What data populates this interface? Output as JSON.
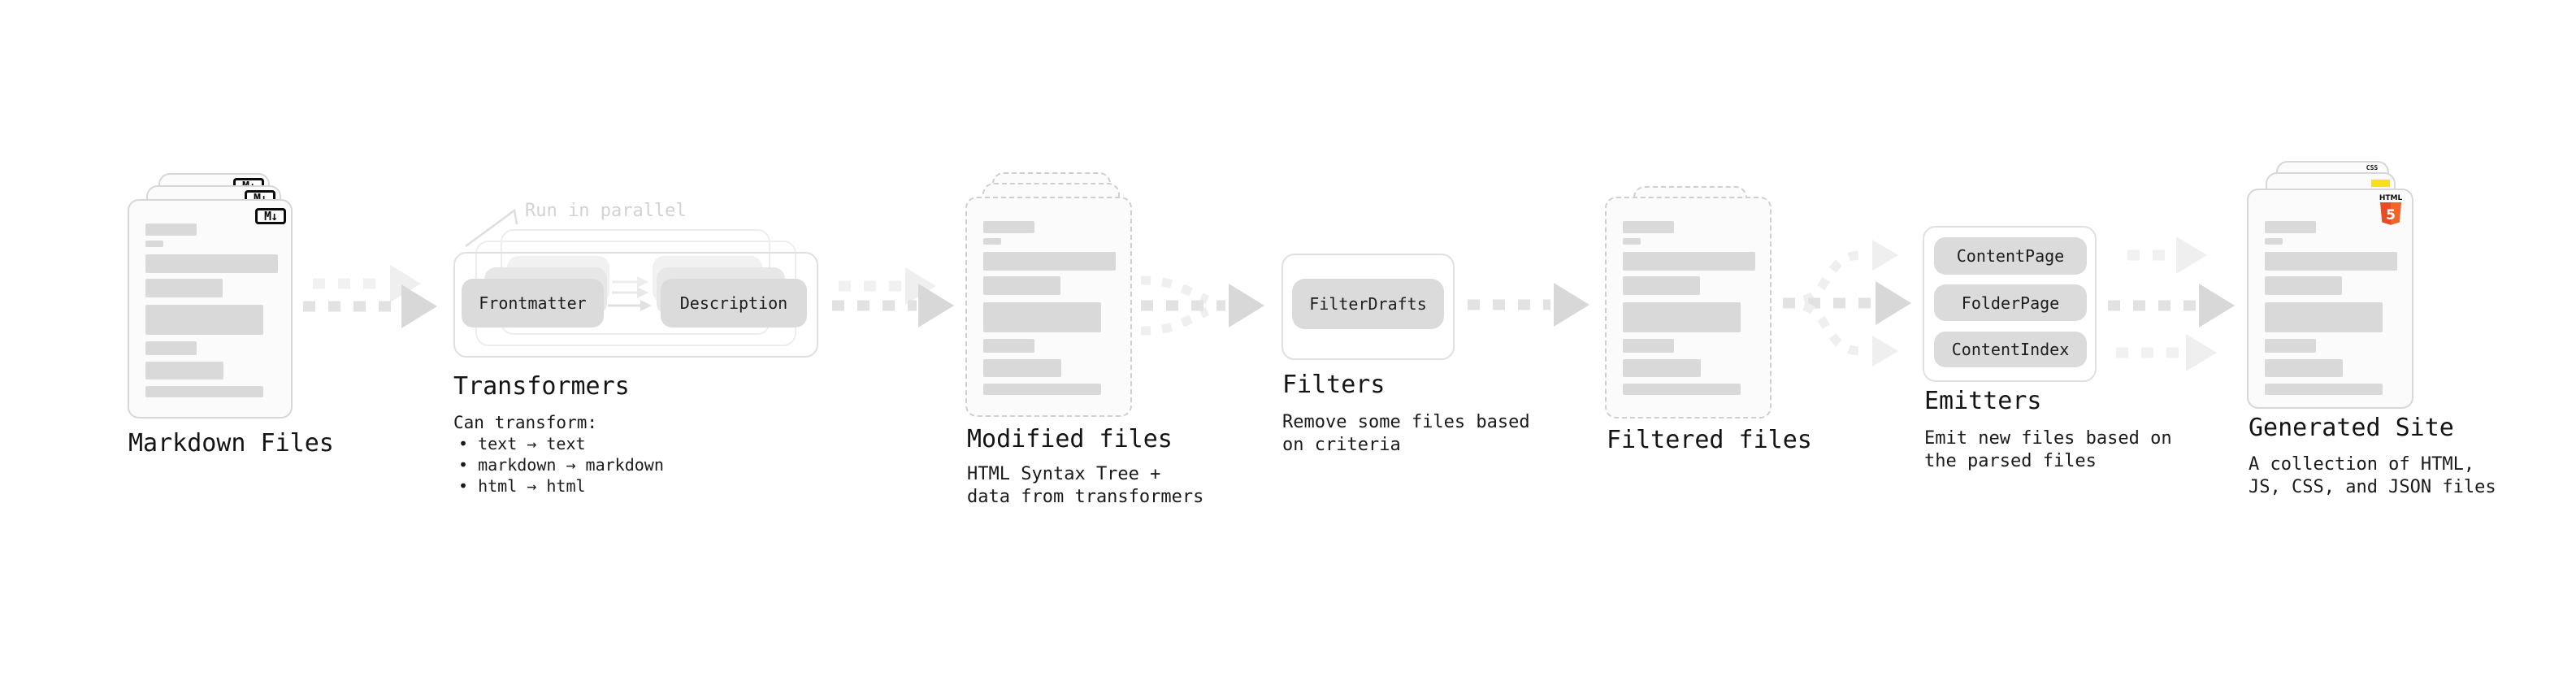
{
  "stages": {
    "markdown_files": {
      "label": "Markdown Files",
      "badge": "M↓"
    },
    "transformers": {
      "label": "Transformers",
      "note": "Run in parallel",
      "pills": [
        "Frontmatter",
        "Description"
      ],
      "desc_heading": "Can transform:",
      "bullets": [
        "• text → text",
        "• markdown → markdown",
        "• html → html"
      ]
    },
    "modified_files": {
      "label": "Modified files",
      "desc": "HTML Syntax Tree +\ndata from transformers"
    },
    "filters": {
      "label": "Filters",
      "pills": [
        "FilterDrafts"
      ],
      "desc": "Remove some files based\non criteria"
    },
    "filtered_files": {
      "label": "Filtered files"
    },
    "emitters": {
      "label": "Emitters",
      "pills": [
        "ContentPage",
        "FolderPage",
        "ContentIndex"
      ],
      "desc": "Emit new files based on\nthe parsed files"
    },
    "generated_site": {
      "label": "Generated Site",
      "desc": "A collection of HTML,\nJS, CSS, and JSON files",
      "html5_badge_text": "HTML",
      "html5_badge_number": "5",
      "css_badge_text": "CSS"
    }
  },
  "colors": {
    "html5_orange": "#e44d26",
    "html5_orange_light": "#f16529",
    "js_yellow": "#f7df1e",
    "css_blue": "#2962f0",
    "bar_gray": "#d9d9d9",
    "arrow_dark": "#d8d8d8",
    "arrow_light": "#efefef"
  }
}
